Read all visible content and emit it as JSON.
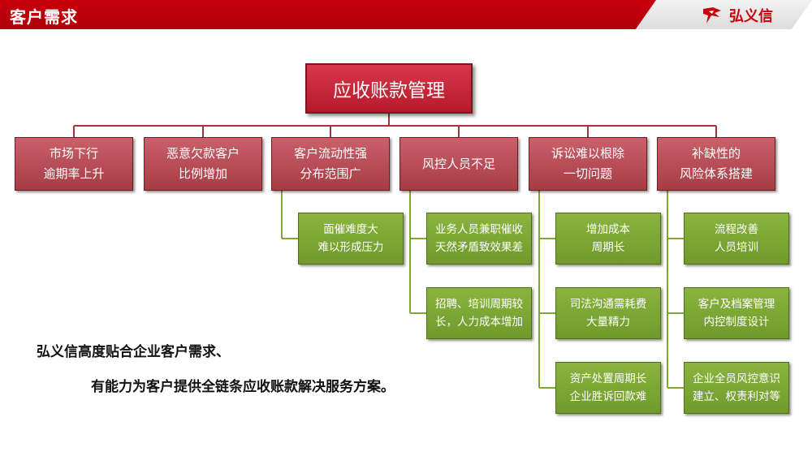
{
  "header": {
    "title": "客户需求",
    "brand": "弘义信",
    "brand_color": "#c8000c",
    "accent": "#c8000c"
  },
  "diagram": {
    "root": "应收账款管理",
    "categories": [
      {
        "label": "市场下行\n逾期率上升",
        "items": []
      },
      {
        "label": "恶意欠款客户\n比例增加",
        "items": []
      },
      {
        "label": "客户流动性强\n分布范围广",
        "items": [
          "面催难度大\n难以形成压力"
        ]
      },
      {
        "label": "风控人员不足",
        "items": [
          "业务人员兼职催收\n天然矛盾致效果差",
          "招聘、培训周期较\n长，人力成本增加"
        ]
      },
      {
        "label": "诉讼难以根除\n一切问题",
        "items": [
          "增加成本\n周期长",
          "司法沟通需耗费\n大量精力",
          "资产处置周期长\n企业胜诉回款难"
        ]
      },
      {
        "label": "补缺性的\n风险体系搭建",
        "items": [
          "流程改善\n人员培训",
          "客户及档案管理\n内控制度设计",
          "企业全员风控意识\n建立、权责利对等"
        ]
      }
    ]
  },
  "tagline": {
    "line1": "弘义信高度贴合企业客户需求、",
    "line2": "有能力为客户提供全链条应收账款解决服务方案。"
  },
  "colors": {
    "root_fill": "#c62a3b",
    "category_fill": "#b94a53",
    "item_fill": "#7ea736",
    "connector_red": "#a8323c",
    "connector_green": "#7ea736"
  }
}
